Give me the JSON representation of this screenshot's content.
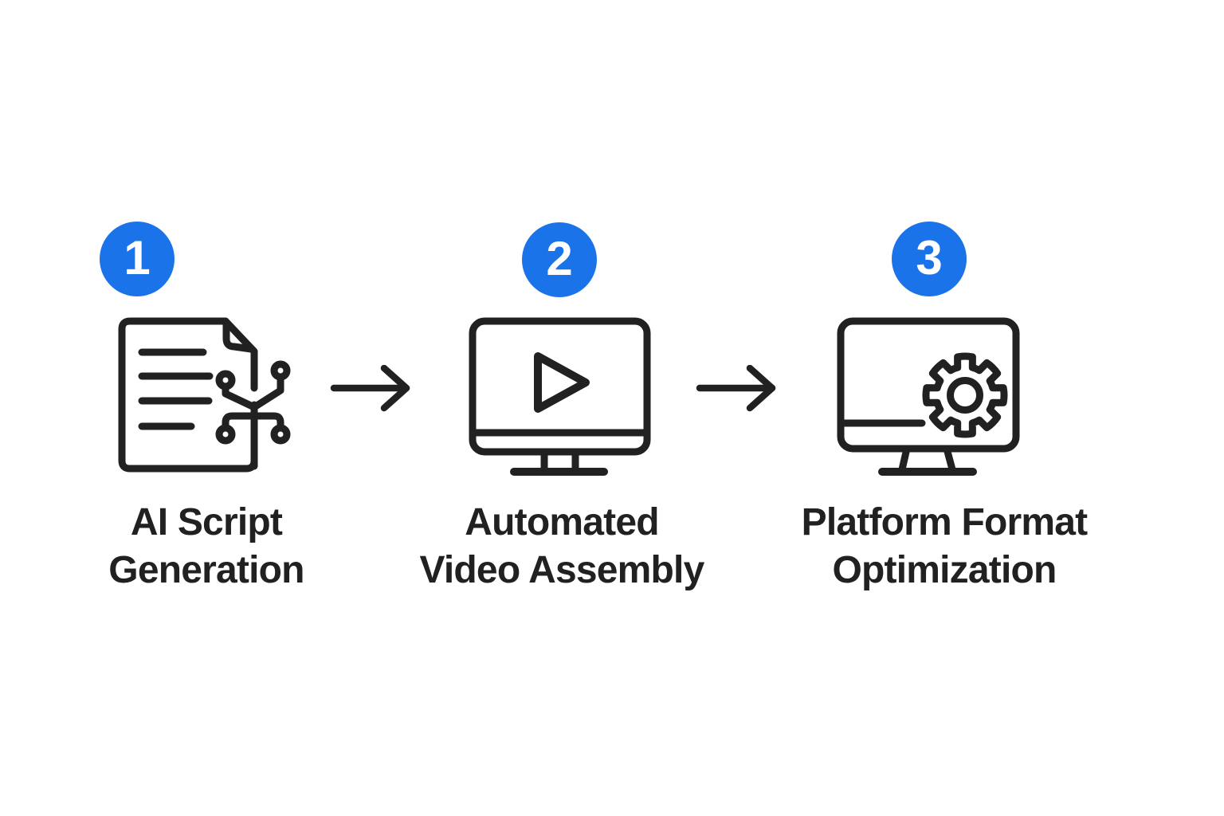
{
  "diagram": {
    "type": "process-flow",
    "direction": "left-to-right",
    "colors": {
      "accent": "#1a73e8",
      "stroke": "#212121",
      "bg": "#ffffff",
      "number": "#ffffff"
    },
    "steps": [
      {
        "number": "1",
        "label_line1": "AI Script",
        "label_line2": "Generation",
        "icon": "document-ai-circuit-icon"
      },
      {
        "number": "2",
        "label_line1": "Automated",
        "label_line2": "Video Assembly",
        "icon": "monitor-play-icon"
      },
      {
        "number": "3",
        "label_line1": "Platform Format",
        "label_line2": "Optimization",
        "icon": "monitor-gear-icon"
      }
    ],
    "connector_icon": "arrow-right-icon",
    "connector_count": 2
  }
}
